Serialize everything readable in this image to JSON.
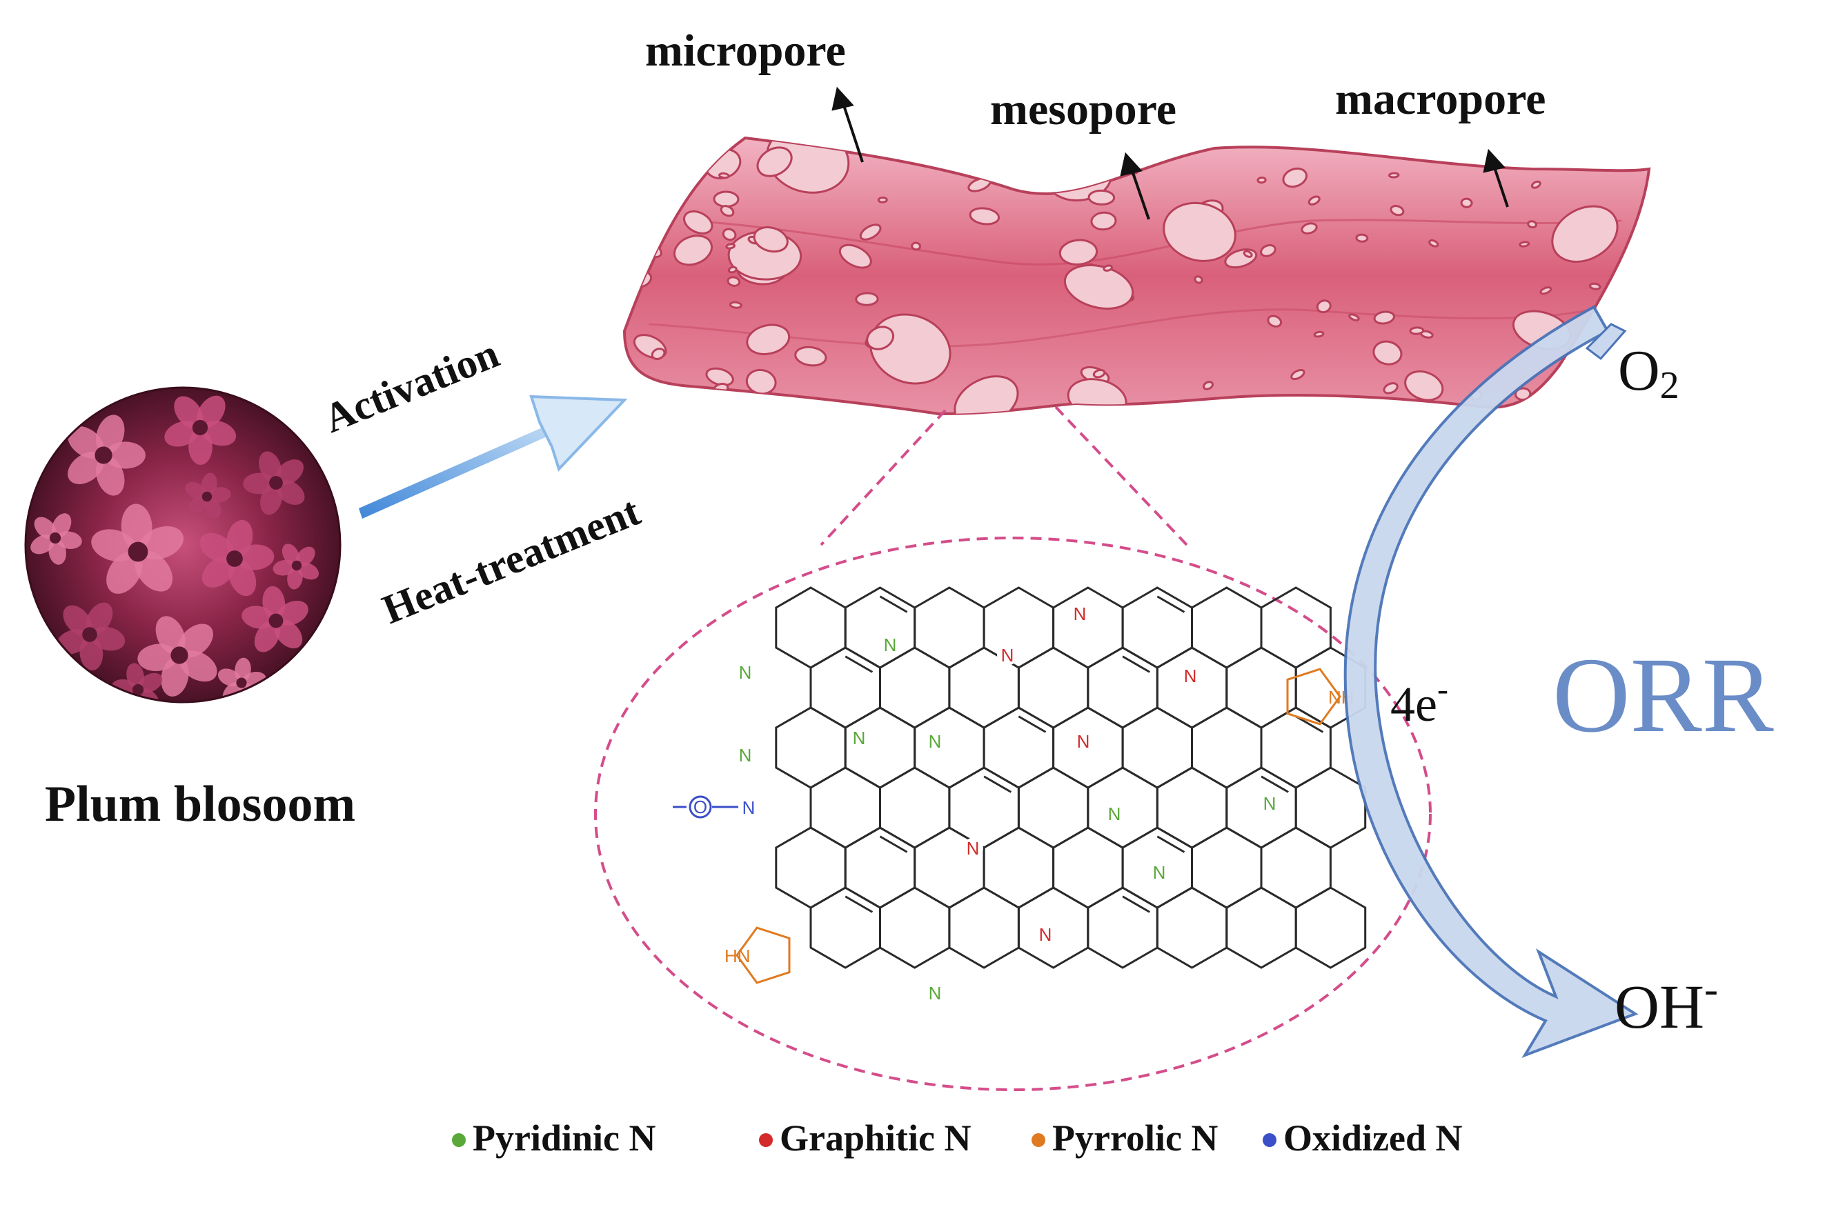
{
  "labels": {
    "source": "Plum blosoom",
    "process_top": "Activation",
    "process_bottom": "Heat-treatment",
    "micropore": "micropore",
    "mesopore": "mesopore",
    "macropore": "macropore",
    "o2": "O",
    "o2_sub": "2",
    "electrons": "4e",
    "electrons_sup": "-",
    "oh": "OH",
    "oh_sup": "-",
    "reaction": "ORR"
  },
  "atoms": {
    "n": "N",
    "nh": "NH",
    "hn": "HN",
    "o": "O"
  },
  "legend": [
    {
      "label": "Pyridinic N",
      "color": "#5aa83a"
    },
    {
      "label": "Graphitic N",
      "color": "#d42a2a"
    },
    {
      "label": "Pyrrolic N",
      "color": "#e07a20"
    },
    {
      "label": "Oxidized N",
      "color": "#3a4fc8"
    }
  ],
  "colors": {
    "carbon_sheet": "#d9607a",
    "pore_fill": "#f3cbd3",
    "zoom_dash": "#d44d8a",
    "flow_arrow": "#9fb8dc",
    "orr_text": "#6a8dc8",
    "process_arrow": "#5a9be0"
  }
}
